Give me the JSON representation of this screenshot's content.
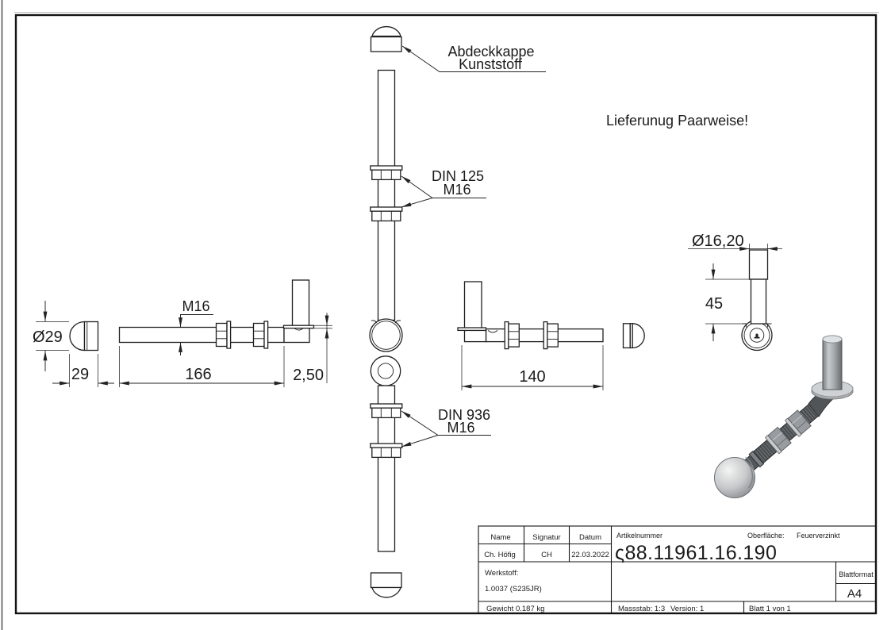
{
  "drawing": {
    "annotations": {
      "cap": {
        "line1": "Abdeckkappe",
        "line2": "Kunststoff"
      },
      "washer": {
        "line1": "DIN 125",
        "line2": "M16"
      },
      "locknut": {
        "line1": "DIN 936",
        "line2": "M16"
      },
      "thread": "M16",
      "note": "Lieferunug Paarweise!"
    },
    "dimensions": {
      "cap_diameter": "Ø29",
      "cap_length": "29",
      "shaft_length": "166",
      "flange_thickness": "2,50",
      "threaded_length": "140",
      "pin_diameter": "Ø16,20",
      "pin_length": "45"
    }
  },
  "title_block": {
    "headers": {
      "name": "Name",
      "signatur": "Signatur",
      "datum": "Datum"
    },
    "name": "Ch. Höfig",
    "signatur": "CH",
    "datum": "22.03.2022",
    "artikelnummer_label": "Artikelnummer",
    "artikelnummer": "ς88.11961.16.190",
    "oberflaeche_label": "Oberfläche:",
    "oberflaeche": "Feuerverzinkt",
    "werkstoff_label": "Werkstoff:",
    "werkstoff": "1.0037 (S235JR)",
    "gewicht": "Gewicht 0.187 kg",
    "massstab": "Massstab: 1:3",
    "version": "Version: 1",
    "blatt": "Blatt 1 von 1",
    "blattformat_label": "Blattformat",
    "blattformat": "A4"
  },
  "colors": {
    "line": "#1f1f1f",
    "background": "#ffffff",
    "steel_light": "#c9cdcf",
    "steel_dark": "#4a4e51"
  }
}
